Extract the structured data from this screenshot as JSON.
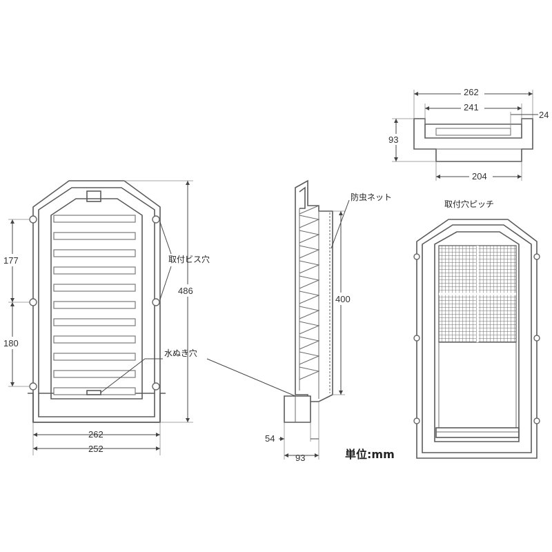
{
  "labels": {
    "mounting_screw_holes": "取付ビス穴",
    "drain_hole": "水ぬき穴",
    "insect_net": "防虫ネット",
    "mounting_hole_pitch": "取付穴ピッチ",
    "unit": "単位:mm"
  },
  "dimensions": {
    "front_pitch_upper": "177",
    "front_pitch_lower": "180",
    "front_height": "486",
    "front_width_outer": "262",
    "front_width_inner": "252",
    "side_net_height": "400",
    "side_depth_small": "54",
    "side_depth_total": "93",
    "top_width_outer": "262",
    "top_width_inner": "241",
    "top_width_flange": "24",
    "top_height": "93",
    "top_width_duct": "204"
  }
}
